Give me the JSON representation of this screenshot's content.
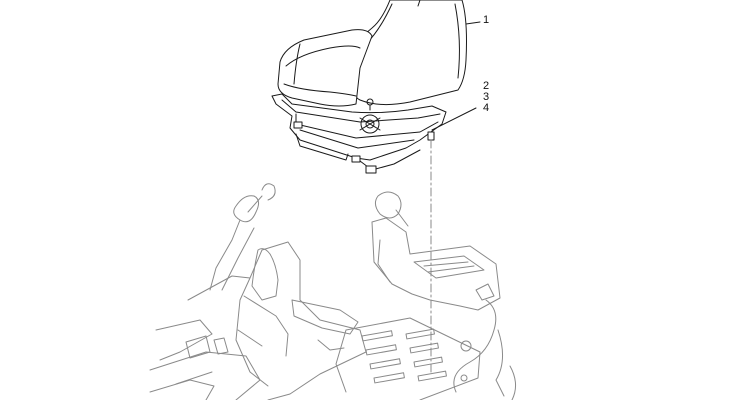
{
  "diagram": {
    "callouts": [
      {
        "id": "callout-1",
        "label": "1"
      },
      {
        "id": "callout-2",
        "label": "2"
      },
      {
        "id": "callout-3",
        "label": "3"
      },
      {
        "id": "callout-4",
        "label": "4"
      }
    ]
  },
  "colors": {
    "line_dark": "#1a1a1a",
    "line_light": "#8a8a8a",
    "background": "#ffffff"
  }
}
